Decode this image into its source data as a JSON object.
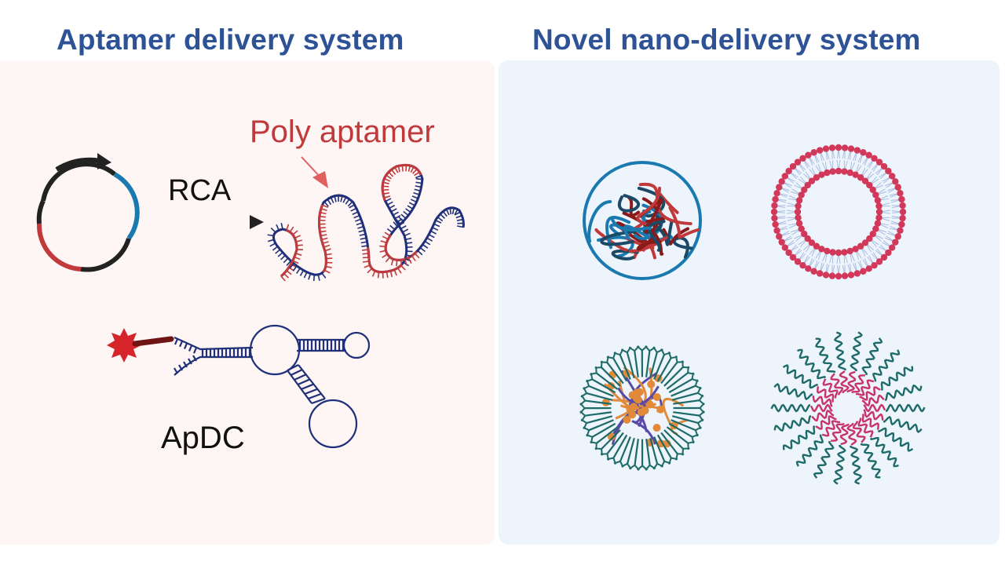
{
  "left_section": {
    "title": "Aptamer delivery system",
    "labels": {
      "rca": "RCA",
      "poly_aptamer": "Poly aptamer",
      "apdc": "ApDC"
    }
  },
  "right_section": {
    "title": "Novel nano-delivery system",
    "items": [
      "polymer-nanoparticle",
      "liposome",
      "dendrimer-nanoparticle",
      "micelle"
    ]
  },
  "colors": {
    "title": "#2e5296",
    "accent_red": "#c0393b",
    "strand_blue": "#1f2f7a",
    "plasmid_blue": "#1a7ab0",
    "left_bg": "#fdf6f4",
    "right_bg": "#edf4fc",
    "lipid_head": "#d2385a",
    "teal": "#1d6a68",
    "orange": "#e08a3a",
    "purple": "#5a4aa8"
  }
}
